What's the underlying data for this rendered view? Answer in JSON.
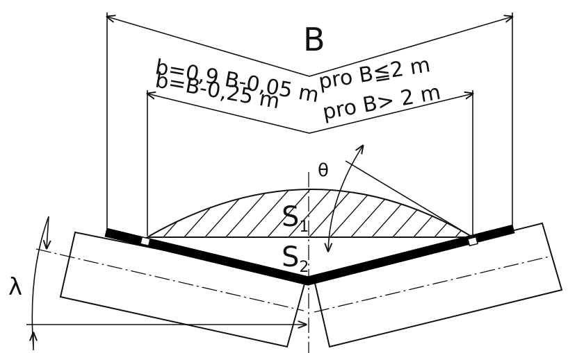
{
  "diagram": {
    "labels": {
      "B": "B",
      "formula_1": "b=0,9 B-0,05 m",
      "condition_1": "pro B≦2 m",
      "formula_2": "b=B-0,25 m",
      "condition_2": "pro B> 2 m",
      "theta": "θ",
      "s1_main": "S",
      "s1_sub": "1",
      "s2_main": "S",
      "s2_sub": "2",
      "lambda": "λ"
    }
  }
}
